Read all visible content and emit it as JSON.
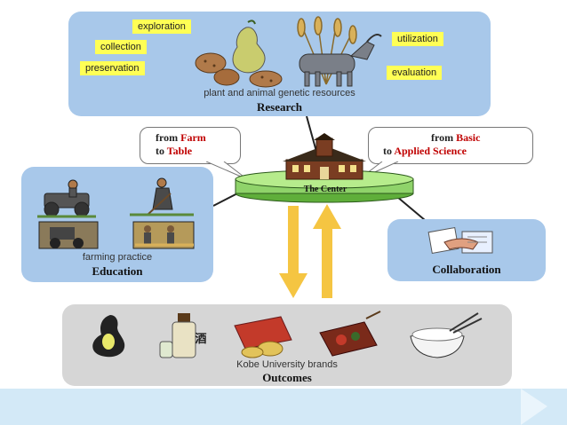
{
  "research": {
    "tags": {
      "exploration": "exploration",
      "collection": "collection",
      "preservation": "preservation",
      "utilization": "utilization",
      "evaluation": "evaluation"
    },
    "caption": "plant and animal genetic resources",
    "heading": "Research"
  },
  "bubbles": {
    "farm_from": "from ",
    "farm_word": "Farm",
    "farm_to": "to ",
    "farm_table": "Table",
    "basic_from": "from ",
    "basic_word": "Basic",
    "basic_to": "to ",
    "basic_applied": "Applied Science"
  },
  "center": {
    "label": "The Center"
  },
  "education": {
    "caption": "farming practice",
    "heading": "Education"
  },
  "collaboration": {
    "heading": "Collaboration"
  },
  "outcomes": {
    "caption": "Kobe University brands",
    "heading": "Outcomes",
    "sake_char": "酒"
  },
  "colors": {
    "panel_blue": "#a8c8ea",
    "tag_yellow": "#ffff55",
    "arrow_orange": "#f5c542",
    "band_blue": "#d3e9f7",
    "accent_red": "#c00000"
  }
}
